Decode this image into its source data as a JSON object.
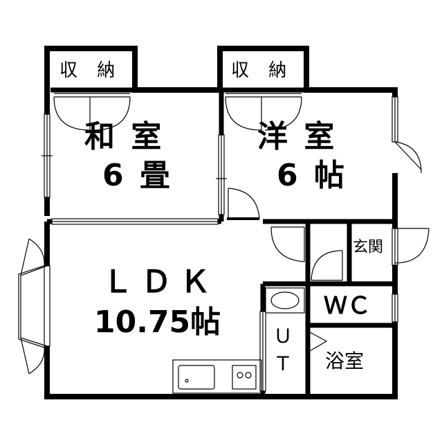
{
  "rooms": {
    "storage_left": "収 納",
    "storage_right": "収 納",
    "washitsu_name": "和 室",
    "washitsu_size": "6 畳",
    "youshitsu_name": "洋 室",
    "youshitsu_size": "6 帖",
    "ldk_name": "ＬＤＫ",
    "ldk_size": "10.75帖",
    "genkan": "玄関",
    "wc": "ＷＣ",
    "ut_top": "Ｕ",
    "ut_bottom": "Ｔ",
    "bath": "浴室"
  },
  "colors": {
    "wall": "#000000",
    "background": "#ffffff",
    "line": "#000000"
  }
}
